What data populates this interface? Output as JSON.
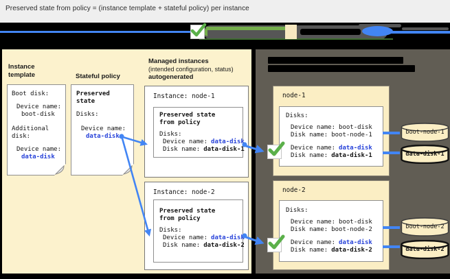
{
  "title": "Preserved state from policy = (instance template + stateful policy) per instance",
  "palette": {
    "background": "#000000",
    "titlebar_bg": "#efefef",
    "panel_beige": "#fcf2cd",
    "panel_dark": "#615d54",
    "card_white": "#ffffff",
    "node_box_beige": "#fbeec4",
    "accent_blue": "#4285f4",
    "blue_value_text": "#2742d9",
    "check_green": "#5bb04a",
    "legend_green": "#74ad4b"
  },
  "left_panel": {
    "instance_template": {
      "heading": "Instance template",
      "boot_disk_label": "Boot disk:",
      "boot_device_label": "Device name:",
      "boot_device_value": "boot-disk",
      "additional_disk_line1": "Additional",
      "additional_disk_line2": "disk:",
      "add_device_label": "Device name:",
      "add_device_value": "data-disk"
    },
    "stateful_policy": {
      "heading": "Stateful policy",
      "card_title_line1": "Preserved",
      "card_title_line2": "state",
      "disks_label": "Disks:",
      "device_label": "Device name:",
      "device_value": "data-disk"
    },
    "managed_instances": {
      "heading_line1": "Managed instances",
      "heading_line2": "(intended configuration, status)",
      "heading_line3": "autogenerated",
      "instances": [
        {
          "title": "Instance: node-1",
          "preserved_line1": "Preserved state",
          "preserved_line2": "from policy",
          "disks_label": "Disks:",
          "device_label": "Device name:",
          "device_value": "data-disk",
          "disk_label": "Disk name:",
          "disk_value": "data-disk-1"
        },
        {
          "title": "Instance: node-2",
          "preserved_line1": "Preserved state",
          "preserved_line2": "from policy",
          "disks_label": "Disks:",
          "device_label": "Device name:",
          "device_value": "data-disk",
          "disk_label": "Disk name:",
          "disk_value": "data-disk-2"
        }
      ]
    }
  },
  "right_panel": {
    "vms": [
      {
        "name": "node-1",
        "disks_label": "Disks:",
        "boot_device_label": "Device name:",
        "boot_device_value": "boot-disk",
        "boot_disk_label": "Disk name:",
        "boot_disk_value": "boot-node-1",
        "data_device_label": "Device name:",
        "data_device_value": "data-disk",
        "data_disk_label": "Disk name:",
        "data_disk_value": "data-disk-1"
      },
      {
        "name": "node-2",
        "disks_label": "Disks:",
        "boot_device_label": "Device name:",
        "boot_device_value": "boot-disk",
        "boot_disk_label": "Disk name:",
        "boot_disk_value": "boot-node-2",
        "data_device_label": "Device name:",
        "data_device_value": "data-disk",
        "data_disk_label": "Disk name:",
        "data_disk_value": "data-disk-2"
      }
    ],
    "disks": [
      {
        "label": "boot-node-1",
        "stateful": false
      },
      {
        "label": "data-disk-1",
        "stateful": true
      },
      {
        "label": "boot-node-2",
        "stateful": false
      },
      {
        "label": "data-disk-2",
        "stateful": true
      }
    ]
  }
}
